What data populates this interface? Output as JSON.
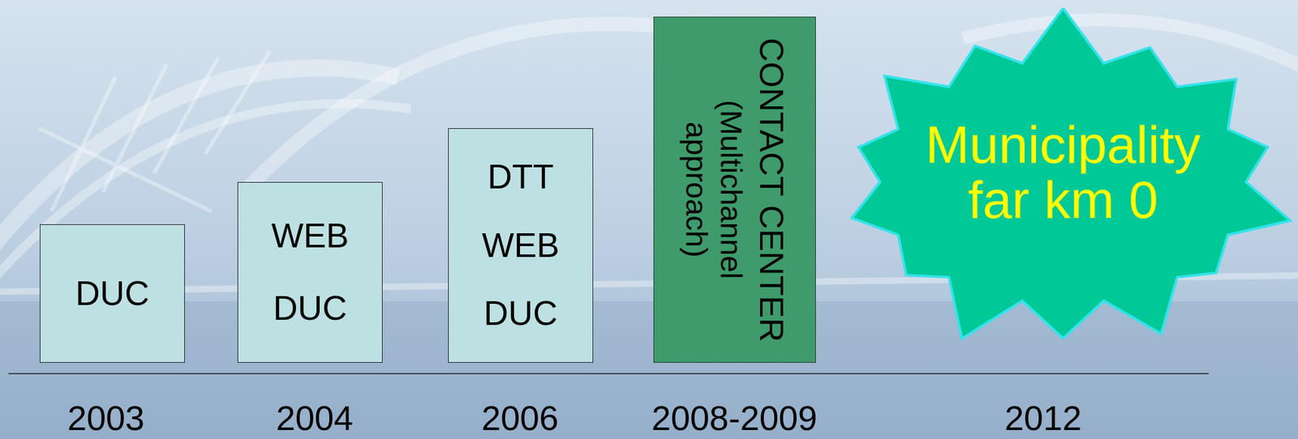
{
  "diagram": {
    "nodes": [
      {
        "text": [
          "DUC"
        ]
      },
      {
        "text": [
          "WEB",
          "DUC"
        ]
      },
      {
        "text": [
          "DTT",
          "WEB",
          "DUC"
        ]
      },
      {
        "text": [
          "CONTACT CENTER",
          "(Multichannel approach)"
        ]
      },
      {
        "text": [
          "Municipality far km 0"
        ]
      }
    ],
    "labels": [
      "2003",
      "2004",
      "2006",
      "2008-2009",
      "2012"
    ]
  }
}
